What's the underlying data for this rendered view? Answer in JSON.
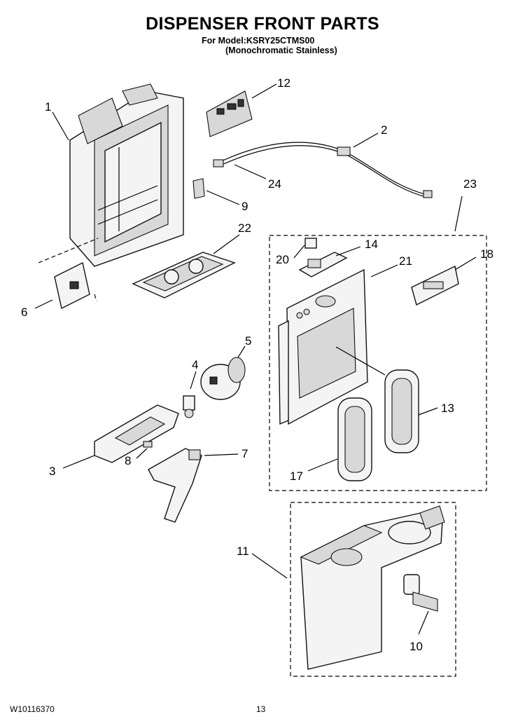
{
  "title": "DISPENSER FRONT PARTS",
  "subtitle_model": "For Model:KSRY25CTMS00",
  "subtitle_finish": "(Monochromatic Stainless)",
  "footer": {
    "doc_number": "W10116370",
    "page": "13"
  },
  "callouts": {
    "p1": "1",
    "p2": "2",
    "p3": "3",
    "p4": "4",
    "p5": "5",
    "p6": "6",
    "p7": "7",
    "p8": "8",
    "p9": "9",
    "p10": "10",
    "p11": "11",
    "p12": "12",
    "p13": "13",
    "p14": "14",
    "p17": "17",
    "p18": "18",
    "p20": "20",
    "p21": "21",
    "p22": "22",
    "p23": "23",
    "p24": "24"
  }
}
